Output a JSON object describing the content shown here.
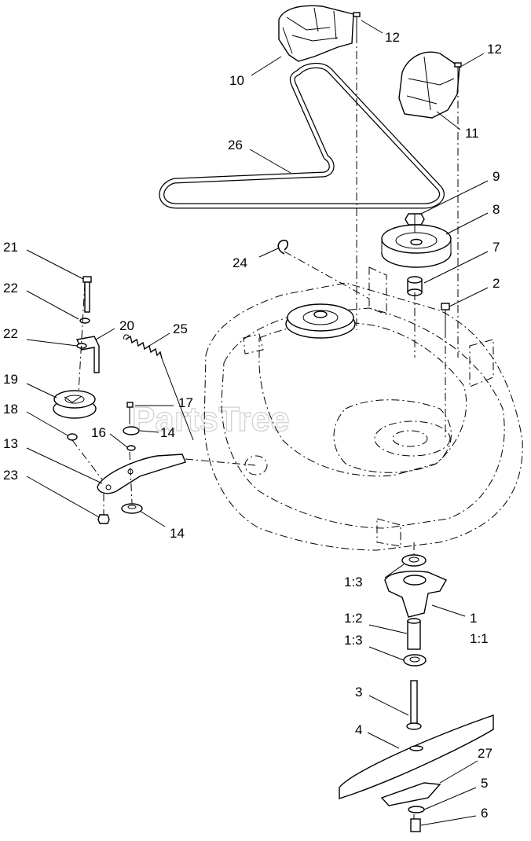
{
  "watermark": "PartsTree",
  "callouts": [
    {
      "id": "c12a",
      "text": "12"
    },
    {
      "id": "c12b",
      "text": "12"
    },
    {
      "id": "c10",
      "text": "10"
    },
    {
      "id": "c11",
      "text": "11"
    },
    {
      "id": "c26",
      "text": "26"
    },
    {
      "id": "c9",
      "text": "9"
    },
    {
      "id": "c8",
      "text": "8"
    },
    {
      "id": "c7",
      "text": "7"
    },
    {
      "id": "c2",
      "text": "2"
    },
    {
      "id": "c24",
      "text": "24"
    },
    {
      "id": "c21",
      "text": "21"
    },
    {
      "id": "c22a",
      "text": "22"
    },
    {
      "id": "c22b",
      "text": "22"
    },
    {
      "id": "c20",
      "text": "20"
    },
    {
      "id": "c25",
      "text": "25"
    },
    {
      "id": "c19",
      "text": "19"
    },
    {
      "id": "c17",
      "text": "17"
    },
    {
      "id": "c18",
      "text": "18"
    },
    {
      "id": "c16",
      "text": "16"
    },
    {
      "id": "c14a",
      "text": "14"
    },
    {
      "id": "c13",
      "text": "13"
    },
    {
      "id": "c23",
      "text": "23"
    },
    {
      "id": "c14b",
      "text": "14"
    },
    {
      "id": "c1_3a",
      "text": "1:3"
    },
    {
      "id": "c1",
      "text": "1"
    },
    {
      "id": "c1_1",
      "text": "1:1"
    },
    {
      "id": "c1_2",
      "text": "1:2"
    },
    {
      "id": "c1_3b",
      "text": "1:3"
    },
    {
      "id": "c3",
      "text": "3"
    },
    {
      "id": "c4",
      "text": "4"
    },
    {
      "id": "c27",
      "text": "27"
    },
    {
      "id": "c5",
      "text": "5"
    },
    {
      "id": "c6",
      "text": "6"
    }
  ]
}
